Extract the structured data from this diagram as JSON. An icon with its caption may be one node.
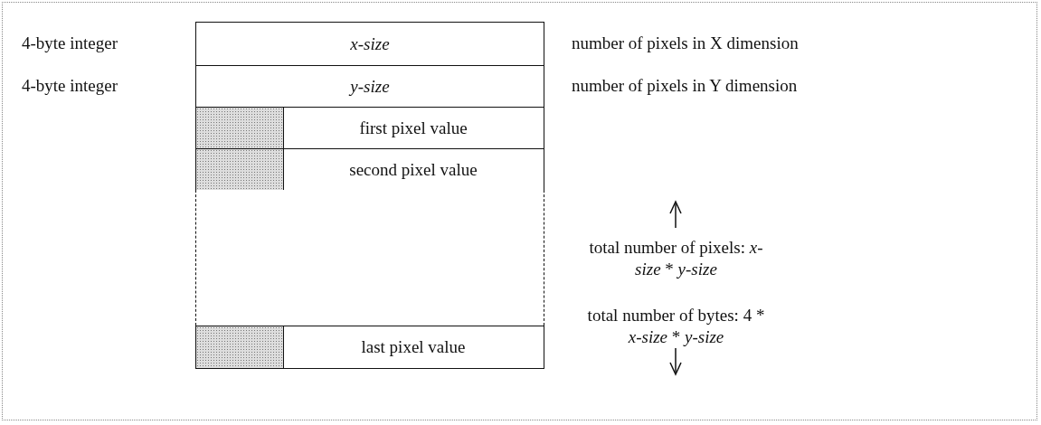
{
  "diagram": {
    "nodes": [
      {
        "text": [
          "x-size"
        ],
        "beside": [
          "number of pixels in X dimension"
        ]
      },
      {
        "text": [
          "y-size"
        ],
        "beside": [
          "number of pixels in Y dimension"
        ]
      },
      {
        "text": [
          "first pixel value"
        ]
      },
      {
        "text": [
          "second pixel value"
        ]
      },
      {
        "text": [],
        "shape": "box"
      },
      {
        "text": [
          "last pixel value"
        ]
      }
    ],
    "edges": [],
    "labels": [
      "4-byte integer",
      "4-byte integer",
      "total number of pixels: *x-size* * *y-size*",
      "total number of bytes: 4 * *x-size* * *y-size*"
    ]
  }
}
